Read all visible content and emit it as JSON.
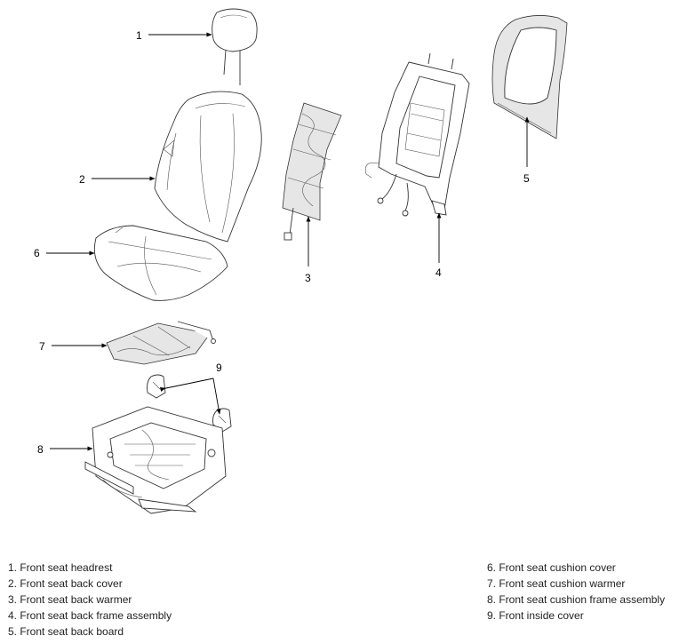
{
  "callouts": {
    "c1": "1",
    "c2": "2",
    "c3": "3",
    "c4": "4",
    "c5": "5",
    "c6": "6",
    "c7": "7",
    "c8": "8",
    "c9": "9"
  },
  "legend_left": [
    "1. Front seat headrest",
    "2. Front seat back cover",
    "3. Front seat back warmer",
    "4. Front seat back frame assembly",
    "5. Front seat back board"
  ],
  "legend_right": [
    "6. Front seat cushion cover",
    "7. Front seat cushion warmer",
    "8. Front seat cushion frame assembly",
    "9. Front inside cover"
  ]
}
